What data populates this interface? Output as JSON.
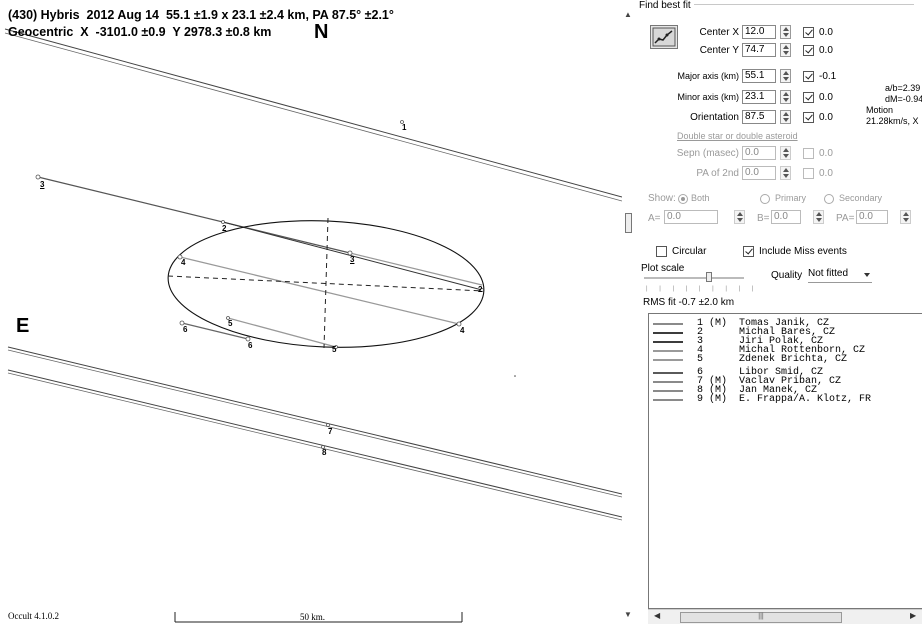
{
  "header": {
    "line1": "(430) Hybris  2012 Aug 14  55.1 ±1.9 x 23.1 ±2.4 km, PA 87.5° ±2.1°",
    "line2": "Geocentric  X  -3101.0 ±0.9  Y 2978.3 ±0.8 km",
    "north": "N",
    "east": "E"
  },
  "footer": {
    "version": "Occult 4.1.0.2",
    "scale_label": "50 km."
  },
  "chord_labels": [
    "1",
    "2",
    "3",
    "4",
    "5",
    "6",
    "7",
    "8"
  ],
  "panel": {
    "group_title": "Find best fit",
    "fit_icon": "chart-fit-icon",
    "center_x": {
      "label": "Center X",
      "value": "12.0",
      "delta": "0.0",
      "checked": true
    },
    "center_y": {
      "label": "Center Y",
      "value": "74.7",
      "delta": "0.0",
      "checked": true
    },
    "major_axis": {
      "label": "Major axis (km)",
      "value": "55.1",
      "delta": "-0.1",
      "checked": true
    },
    "minor_axis": {
      "label": "Minor axis (km)",
      "value": "23.1",
      "delta": "0.0",
      "checked": true
    },
    "orientation": {
      "label": "Orientation",
      "value": "87.5",
      "delta": "0.0",
      "checked": true
    },
    "info": {
      "ab": "a/b=2.39",
      "dm": "dM=-0.94",
      "motion": "Motion",
      "motion_val": "21.28km/s, X"
    },
    "double_link": "Double star  or  double asteroid",
    "sepn": {
      "label": "Sepn (masec)",
      "value": "0.0",
      "delta": "0.0"
    },
    "pa2": {
      "label": "PA of 2nd",
      "value": "0.0",
      "delta": "0.0"
    },
    "show": {
      "label": "Show:",
      "both": "Both",
      "primary": "Primary",
      "secondary": "Secondary"
    },
    "a": {
      "label": "A=",
      "value": "0.0"
    },
    "b": {
      "label": "B=",
      "value": "0.0"
    },
    "pa": {
      "label": "PA=",
      "value": "0.0"
    },
    "circular": {
      "label": "Circular",
      "checked": false
    },
    "include_miss": {
      "label": "Include Miss events",
      "checked": true
    },
    "plot_scale": "Plot scale",
    "quality": {
      "label": "Quality",
      "value": "Not fitted"
    },
    "rms": "RMS fit -0.7 ±2.0 km"
  },
  "observers": [
    {
      "num": "1 (M)",
      "name": "Tomas Janik, CZ",
      "color": "#8a8a8a"
    },
    {
      "num": "2",
      "name": "Michal Bares, CZ",
      "color": "#3c3c3c"
    },
    {
      "num": "3",
      "name": "Jiri Polak, CZ",
      "color": "#3c3c3c"
    },
    {
      "num": "4",
      "name": "Michal Rottenborn, CZ",
      "color": "#9a9a9a"
    },
    {
      "num": "5",
      "name": "Zdenek Brichta, CZ",
      "color": "#9a9a9a"
    },
    {
      "num": "6",
      "name": "Libor Smid, CZ",
      "color": "#5a5a5a"
    },
    {
      "num": "7 (M)",
      "name": "Vaclav Priban, CZ",
      "color": "#8a8a8a"
    },
    {
      "num": "8 (M)",
      "name": "Jan Manek, CZ",
      "color": "#8a8a8a"
    },
    {
      "num": "9 (M)",
      "name": "E. Frappa/A. Klotz, FR",
      "color": "#8a8a8a"
    }
  ]
}
